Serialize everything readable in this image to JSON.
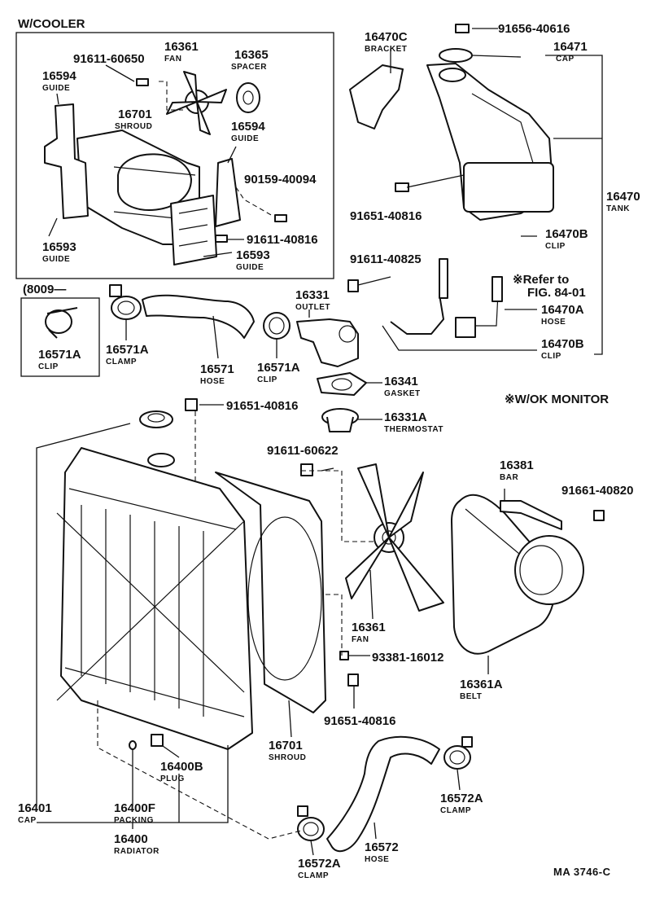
{
  "header": {
    "w_cooler": "W/COOLER",
    "monitor": "※W/OK MONITOR",
    "date_code": "(8009—",
    "drawing_id": "MA 3746-C"
  },
  "callouts": [
    {
      "id": "c_91611_60650",
      "num": "91611-60650",
      "name": ""
    },
    {
      "id": "c_16361_top",
      "num": "16361",
      "name": "FAN"
    },
    {
      "id": "c_16365",
      "num": "16365",
      "name": "SPACER"
    },
    {
      "id": "c_16594_a",
      "num": "16594",
      "name": "GUIDE"
    },
    {
      "id": "c_16701_top",
      "num": "16701",
      "name": "SHROUD"
    },
    {
      "id": "c_16594_b",
      "num": "16594",
      "name": "GUIDE"
    },
    {
      "id": "c_90159",
      "num": "90159-40094",
      "name": ""
    },
    {
      "id": "c_16593_a",
      "num": "16593",
      "name": "GUIDE"
    },
    {
      "id": "c_91611_40816",
      "num": "91611-40816",
      "name": ""
    },
    {
      "id": "c_16593_b",
      "num": "16593",
      "name": "GUIDE"
    },
    {
      "id": "c_16470c",
      "num": "16470C",
      "name": "BRACKET"
    },
    {
      "id": "c_91656",
      "num": "91656-40616",
      "name": ""
    },
    {
      "id": "c_16471",
      "num": "16471",
      "name": "CAP"
    },
    {
      "id": "c_16470",
      "num": "16470",
      "name": "TANK"
    },
    {
      "id": "c_91651_tank",
      "num": "91651-40816",
      "name": ""
    },
    {
      "id": "c_16470b_a",
      "num": "16470B",
      "name": "CLIP"
    },
    {
      "id": "c_91611_40825",
      "num": "91611-40825",
      "name": ""
    },
    {
      "id": "c_16470a",
      "num": "16470A",
      "name": "HOSE"
    },
    {
      "id": "c_16470b_b",
      "num": "16470B",
      "name": "CLIP"
    },
    {
      "id": "c_16571a_inset",
      "num": "16571A",
      "name": "CLIP"
    },
    {
      "id": "c_16571a_clamp",
      "num": "16571A",
      "name": "CLAMP"
    },
    {
      "id": "c_16571",
      "num": "16571",
      "name": "HOSE"
    },
    {
      "id": "c_16571a_clip",
      "num": "16571A",
      "name": "CLIP"
    },
    {
      "id": "c_16331",
      "num": "16331",
      "name": "OUTLET"
    },
    {
      "id": "c_16341",
      "num": "16341",
      "name": "GASKET"
    },
    {
      "id": "c_16331a",
      "num": "16331A",
      "name": "THERMOSTAT"
    },
    {
      "id": "c_91651_rad",
      "num": "91651-40816",
      "name": ""
    },
    {
      "id": "c_91611_60622",
      "num": "91611-60622",
      "name": ""
    },
    {
      "id": "c_16381",
      "num": "16381",
      "name": "BAR"
    },
    {
      "id": "c_91661",
      "num": "91661-40820",
      "name": ""
    },
    {
      "id": "c_16361_main",
      "num": "16361",
      "name": "FAN"
    },
    {
      "id": "c_93381",
      "num": "93381-16012",
      "name": ""
    },
    {
      "id": "c_16361a",
      "num": "16361A",
      "name": "BELT"
    },
    {
      "id": "c_91651_shroud",
      "num": "91651-40816",
      "name": ""
    },
    {
      "id": "c_16701_main",
      "num": "16701",
      "name": "SHROUD"
    },
    {
      "id": "c_16400b",
      "num": "16400B",
      "name": "PLUG"
    },
    {
      "id": "c_16401",
      "num": "16401",
      "name": "CAP"
    },
    {
      "id": "c_16400f",
      "num": "16400F",
      "name": "PACKING"
    },
    {
      "id": "c_16400",
      "num": "16400",
      "name": "RADIATOR"
    },
    {
      "id": "c_16572a_right",
      "num": "16572A",
      "name": "CLAMP"
    },
    {
      "id": "c_16572",
      "num": "16572",
      "name": "HOSE"
    },
    {
      "id": "c_16572a_left",
      "num": "16572A",
      "name": "CLAMP"
    }
  ],
  "refer_note": {
    "line1": "※Refer to",
    "line2": "FIG. 84-01"
  }
}
